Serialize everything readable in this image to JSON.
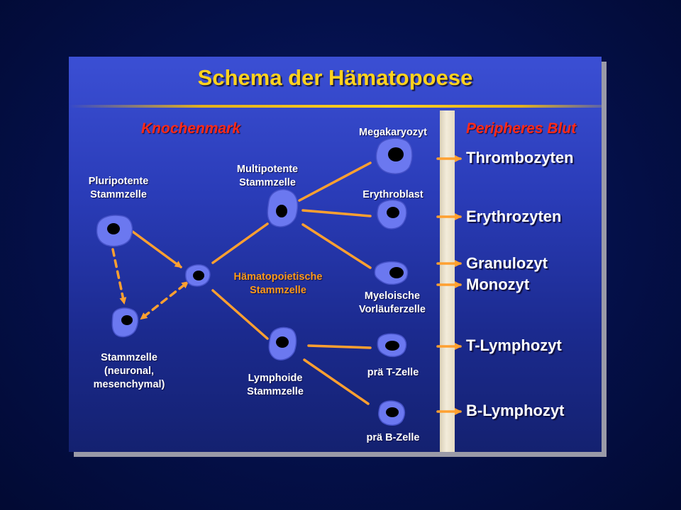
{
  "title": "Schema der Hämatopoese",
  "sections": {
    "bone_marrow": "Knochenmark",
    "peripheral_blood": "Peripheres Blut"
  },
  "cells": {
    "pluripotent": "Pluripotente\nStammzelle",
    "hematopoietic": "Hämatopoietische\nStammzelle",
    "stem_other": "Stammzelle\n(neuronal,\nmesenchymal)",
    "multipotent": "Multipotente\nStammzelle",
    "lymphoid": "Lymphoide\nStammzelle",
    "megakaryocyte": "Megakaryozyt",
    "erythroblast": "Erythroblast",
    "myeloid": "Myeloische\nVorläuferzelle",
    "pre_t": "prä T-Zelle",
    "pre_b": "prä B-Zelle"
  },
  "blood_cells": {
    "thrombocytes": "Thrombozyten",
    "erythrocytes": "Erythrozyten",
    "granulocyte": "Granulozyt",
    "monocyte": "Monozyt",
    "t_lymphocyte": "T-Lymphozyt",
    "b_lymphocyte": "B-Lymphozyt"
  },
  "colors": {
    "title": "#ffd21e",
    "section_heading": "#ff2a1a",
    "arrow": "#ffa030",
    "hematopoietic_label": "#ff9a1a",
    "cell_body": "#6b78f0",
    "nucleus": "#000000"
  }
}
